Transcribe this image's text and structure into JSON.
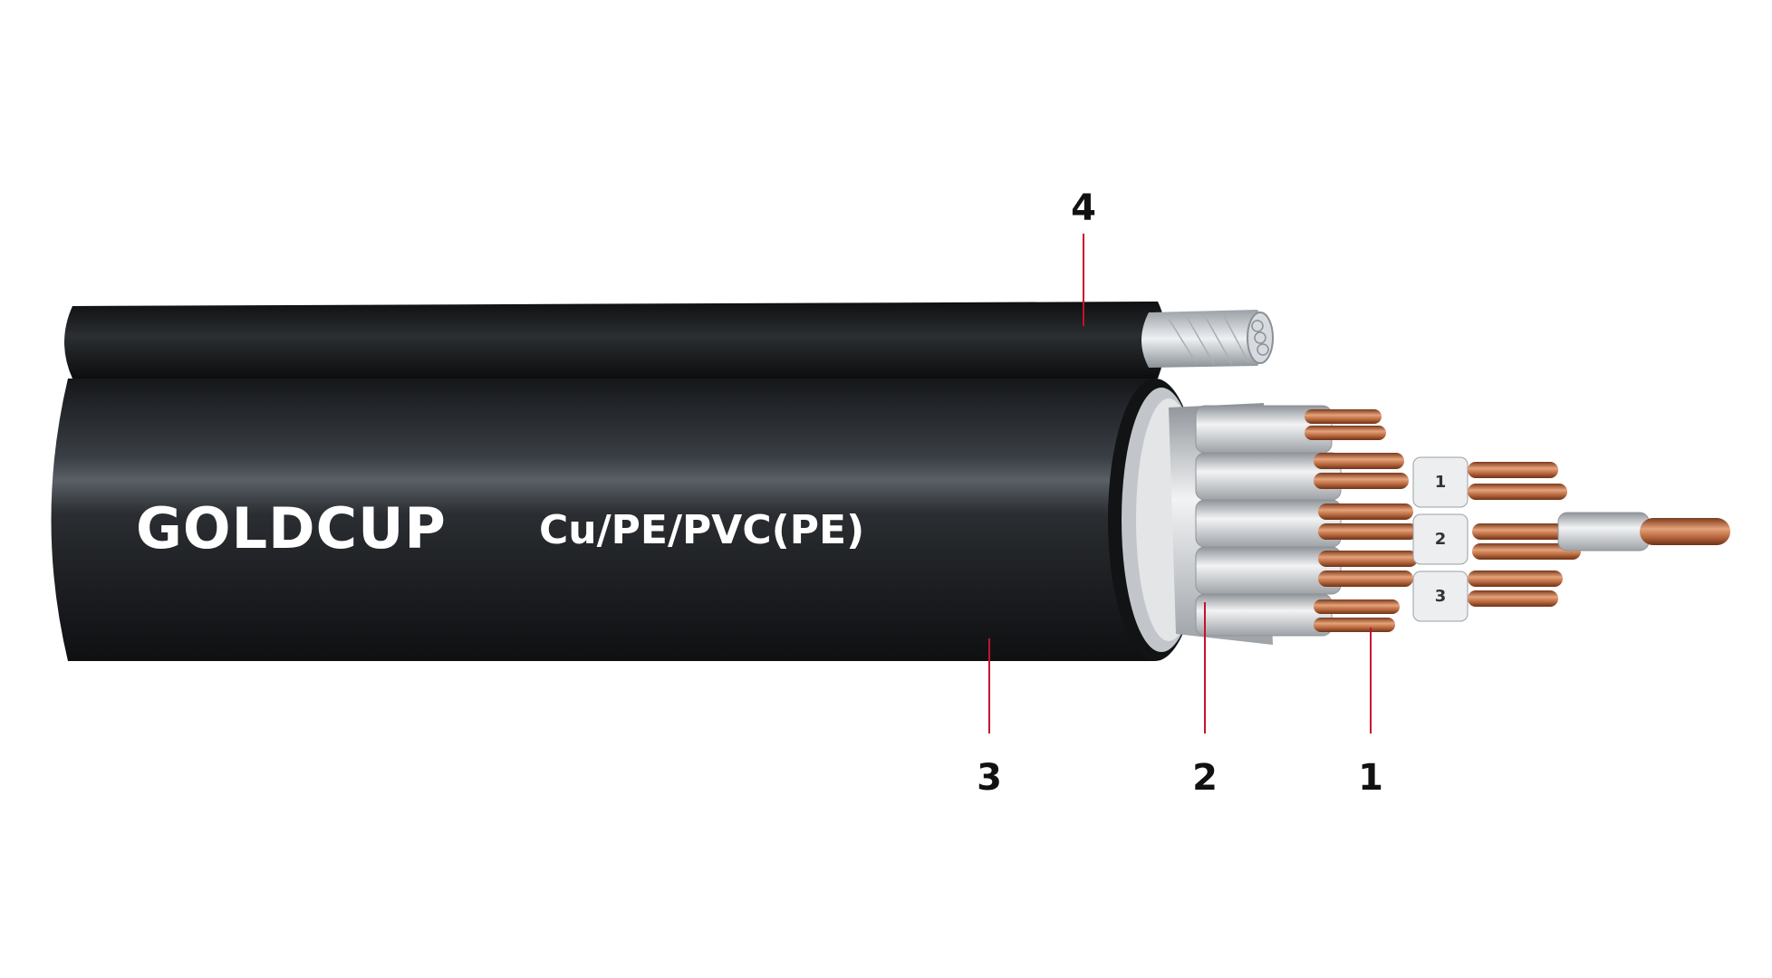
{
  "brand": {
    "name": "GOLDCUP",
    "spec": "Cu/PE/PVC(PE)"
  },
  "callouts": [
    {
      "id": "1",
      "label": "1"
    },
    {
      "id": "2",
      "label": "2"
    },
    {
      "id": "3",
      "label": "3"
    },
    {
      "id": "4",
      "label": "4"
    }
  ],
  "pair_markers": [
    "1",
    "2",
    "3"
  ],
  "colors": {
    "sheath": "#1c1c1c",
    "sheath_highlight": "#4a4f55",
    "copper": "#b8683e",
    "copper_light": "#e6a27a",
    "insulation": "#d9dcdf",
    "messenger": "#c9ced3",
    "leader_line": "#c8102e"
  }
}
